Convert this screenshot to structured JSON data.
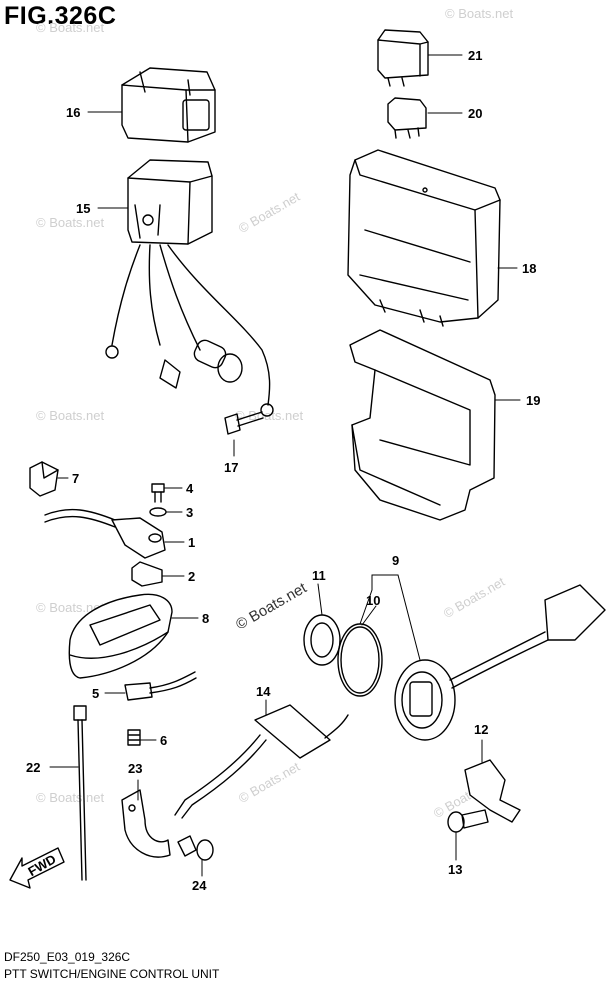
{
  "figure": {
    "title": "FIG.326C",
    "code": "DF250_E03_019_326C",
    "description": "PTT SWITCH/ENGINE CONTROL UNIT",
    "watermark": "© Boats.net",
    "direction_label": "FWD"
  },
  "callouts": [
    {
      "id": "1",
      "label": "1"
    },
    {
      "id": "2",
      "label": "2"
    },
    {
      "id": "3",
      "label": "3"
    },
    {
      "id": "4",
      "label": "4"
    },
    {
      "id": "5",
      "label": "5"
    },
    {
      "id": "6",
      "label": "6"
    },
    {
      "id": "7",
      "label": "7"
    },
    {
      "id": "8",
      "label": "8"
    },
    {
      "id": "9",
      "label": "9"
    },
    {
      "id": "10",
      "label": "10"
    },
    {
      "id": "11",
      "label": "11"
    },
    {
      "id": "12",
      "label": "12"
    },
    {
      "id": "13",
      "label": "13"
    },
    {
      "id": "14",
      "label": "14"
    },
    {
      "id": "15",
      "label": "15"
    },
    {
      "id": "16",
      "label": "16"
    },
    {
      "id": "17",
      "label": "17"
    },
    {
      "id": "18",
      "label": "18"
    },
    {
      "id": "19",
      "label": "19"
    },
    {
      "id": "20",
      "label": "20"
    },
    {
      "id": "21",
      "label": "21"
    },
    {
      "id": "22",
      "label": "22"
    },
    {
      "id": "23",
      "label": "23"
    },
    {
      "id": "24",
      "label": "24"
    }
  ]
}
